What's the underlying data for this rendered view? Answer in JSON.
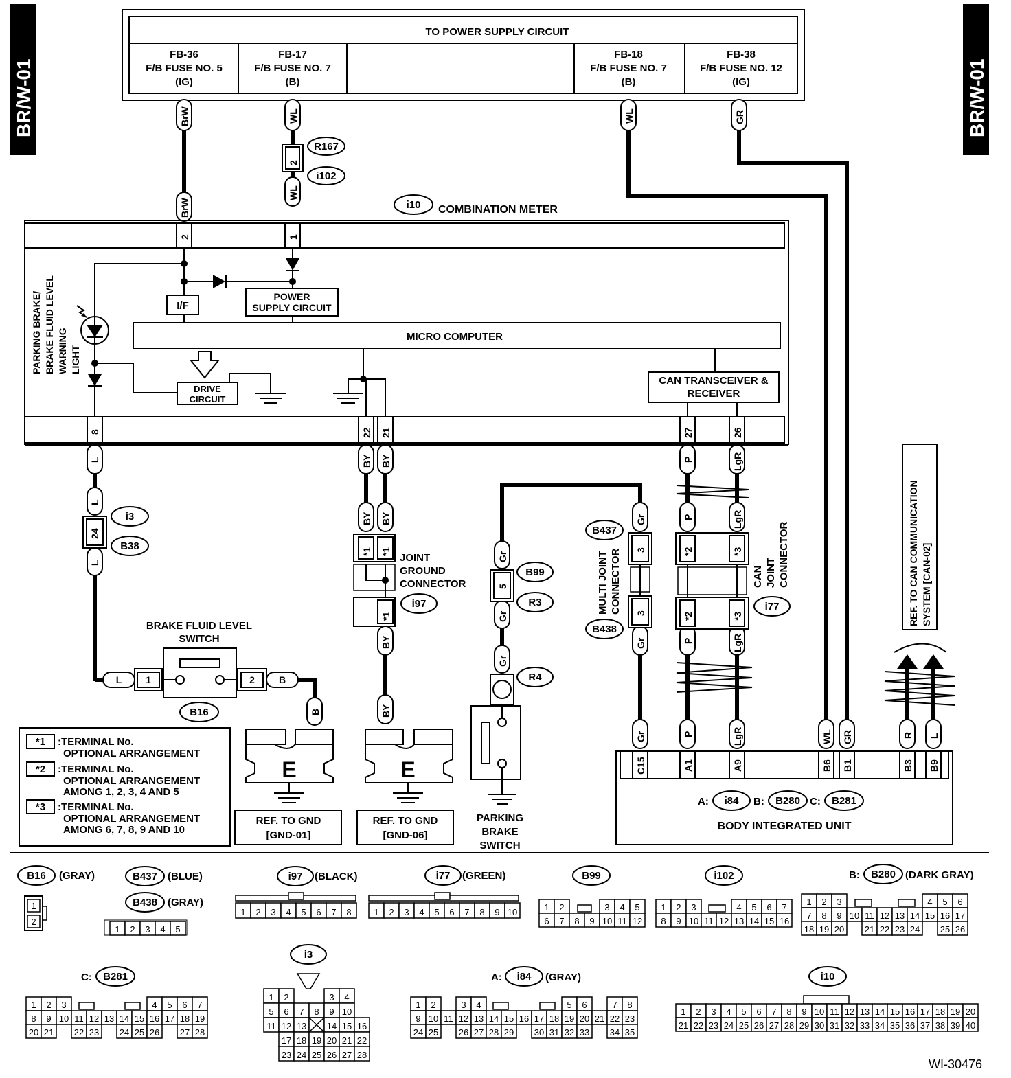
{
  "side_tab": "BR/W-01",
  "power": {
    "title": "TO POWER SUPPLY CIRCUIT",
    "fuses": [
      {
        "l1": "FB-36",
        "l2": "F/B FUSE NO. 5",
        "l3": "(IG)"
      },
      {
        "l1": "FB-17",
        "l2": "F/B FUSE NO. 7",
        "l3": "(B)"
      },
      {
        "l1": "FB-18",
        "l2": "F/B FUSE NO. 7",
        "l3": "(B)"
      },
      {
        "l1": "FB-38",
        "l2": "F/B FUSE NO. 12",
        "l3": "(IG)"
      }
    ]
  },
  "wires": {
    "brw": "BrW",
    "wl": "WL",
    "gr_up": "GR",
    "l": "L",
    "by": "BY",
    "gr": "Gr",
    "p": "P",
    "lgr": "LgR",
    "r": "R",
    "gr_b1": "GR"
  },
  "refs": {
    "r167": "R167",
    "i102": "i102",
    "i10": "i10",
    "i3": "i3",
    "b38": "B38",
    "i97": "i97",
    "b99": "B99",
    "r3": "R3",
    "r4": "R4",
    "b437": "B437",
    "b438": "B438",
    "i77": "i77",
    "b16": "B16",
    "i84": "i84",
    "b280": "B280",
    "b281": "B281"
  },
  "labels": {
    "combination_meter": "COMBINATION METER",
    "if": "I/F",
    "power_supply_1": "POWER",
    "power_supply_2": "SUPPLY CIRCUIT",
    "micro_computer": "MICRO COMPUTER",
    "drive_1": "DRIVE",
    "drive_2": "CIRCUIT",
    "can_trx_1": "CAN TRANSCEIVER &",
    "can_trx_2": "RECEIVER",
    "warning_1": "PARKING BRAKE/",
    "warning_2": "BRAKE FLUID LEVEL",
    "warning_3": "WARNING",
    "warning_4": "LIGHT",
    "joint_1": "JOINT",
    "joint_2": "GROUND",
    "joint_3": "CONNECTOR",
    "multi_1": "MULTI JOINT",
    "multi_2": "CONNECTOR",
    "can_joint_1": "CAN",
    "can_joint_2": "JOINT",
    "can_joint_3": "CONNECTOR",
    "ref_can_1": "REF. TO CAN COMMUNICATION",
    "ref_can_2": "SYSTEM [CAN-02]",
    "bfl_1": "BRAKE FLUID LEVEL",
    "bfl_2": "SWITCH",
    "ground_e": "E",
    "gnd01_1": "REF. TO GND",
    "gnd01_2": "[GND-01]",
    "gnd06_1": "REF. TO GND",
    "gnd06_2": "[GND-06]",
    "pbs_1": "PARKING",
    "pbs_2": "BRAKE",
    "pbs_3": "SWITCH",
    "biu_a": "A:",
    "biu_b": "B:",
    "biu_c": "C:",
    "biu": "BODY INTEGRATED UNIT",
    "figure_id": "WI-30476"
  },
  "pins": {
    "p2": "2",
    "p1": "1",
    "p8": "8",
    "p22": "22",
    "p21": "21",
    "p27": "27",
    "p26": "26",
    "p24": "24",
    "p5": "5",
    "p3": "3",
    "s1": "*1",
    "s2": "*2",
    "s3": "*3",
    "c15": "C15",
    "a1": "A1",
    "a9": "A9",
    "b6": "B6",
    "b1": "B1",
    "b3": "B3",
    "b9": "B9"
  },
  "legend": [
    {
      "mark": "*1",
      "lines": [
        ":TERMINAL No.",
        "OPTIONAL ARRANGEMENT"
      ]
    },
    {
      "mark": "*2",
      "lines": [
        ":TERMINAL No.",
        "OPTIONAL ARRANGEMENT",
        "AMONG 1, 2, 3, 4 AND 5"
      ]
    },
    {
      "mark": "*3",
      "lines": [
        ":TERMINAL No.",
        "OPTIONAL ARRANGEMENT",
        "AMONG 6, 7, 8, 9 AND 10"
      ]
    }
  ],
  "connector_views": {
    "b16": {
      "ref": "B16",
      "color": "(GRAY)"
    },
    "b437": {
      "ref": "B437",
      "color": "(BLUE)"
    },
    "b438": {
      "ref": "B438",
      "color": "(GRAY)"
    },
    "i97": {
      "ref": "i97",
      "color": "(BLACK)"
    },
    "i77": {
      "ref": "i77",
      "color": "(GREEN)"
    },
    "b99": {
      "ref": "B99"
    },
    "i102": {
      "ref": "i102"
    },
    "b280": {
      "prefix": "B:",
      "ref": "B280",
      "color": "(DARK GRAY)"
    },
    "b281": {
      "prefix": "C:",
      "ref": "B281"
    },
    "i3": {
      "ref": "i3"
    },
    "i84": {
      "prefix": "A:",
      "ref": "i84",
      "color": "(GRAY)"
    },
    "i10": {
      "ref": "i10"
    }
  }
}
